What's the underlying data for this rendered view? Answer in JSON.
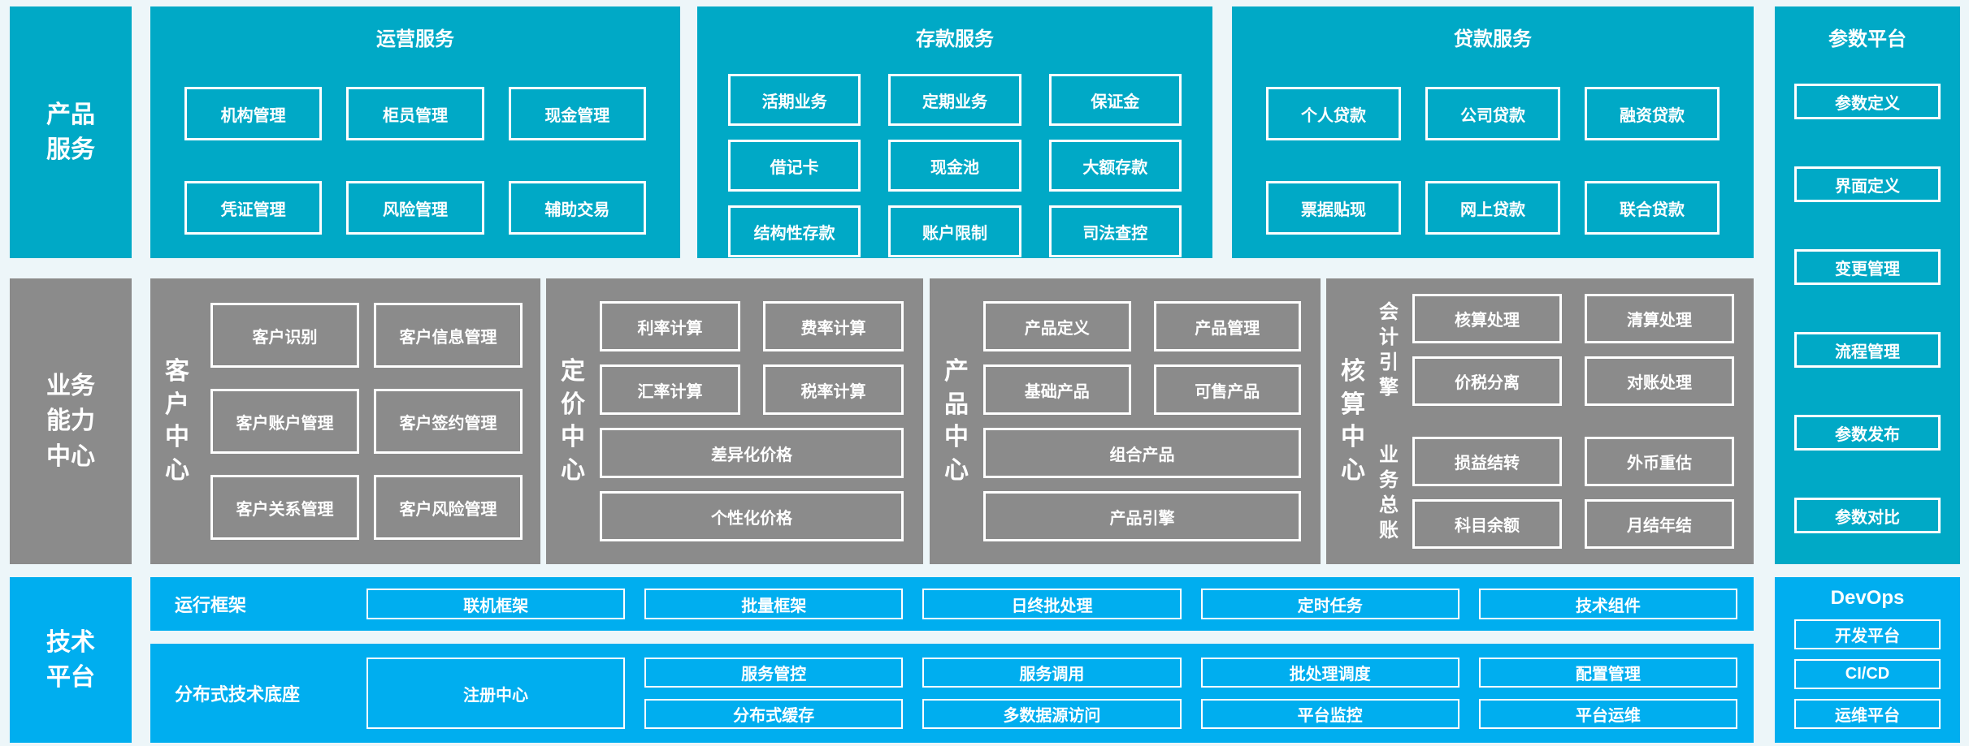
{
  "colors": {
    "teal": "#00a9c6",
    "gray": "#8b8b8b",
    "blue": "#00aeef",
    "background": "#edf6f9",
    "text": "#ffffff"
  },
  "rails": {
    "product": "产品服务",
    "capability": "业务能力中心",
    "tech": "技术平台"
  },
  "operations": {
    "title": "运营服务",
    "items": [
      "机构管理",
      "柜员管理",
      "现金管理",
      "凭证管理",
      "风险管理",
      "辅助交易"
    ]
  },
  "deposit": {
    "title": "存款服务",
    "items": [
      "活期业务",
      "定期业务",
      "保证金",
      "借记卡",
      "现金池",
      "大额存款",
      "结构性存款",
      "账户限制",
      "司法查控"
    ]
  },
  "loan": {
    "title": "贷款服务",
    "items": [
      "个人贷款",
      "公司贷款",
      "融资贷款",
      "票据贴现",
      "网上贷款",
      "联合贷款"
    ]
  },
  "param": {
    "title": "参数平台",
    "items": [
      "参数定义",
      "界面定义",
      "变更管理",
      "流程管理",
      "参数发布",
      "参数对比"
    ]
  },
  "customer": {
    "title": "客户中心",
    "items": [
      "客户识别",
      "客户信息管理",
      "客户账户管理",
      "客户签约管理",
      "客户关系管理",
      "客户风险管理"
    ]
  },
  "pricing": {
    "title": "定价中心",
    "items": [
      "利率计算",
      "费率计算",
      "汇率计算",
      "税率计算"
    ],
    "wide_items": [
      "差异化价格",
      "个性化价格"
    ]
  },
  "product_center": {
    "title": "产品中心",
    "items": [
      "产品定义",
      "产品管理",
      "基础产品",
      "可售产品"
    ],
    "wide_items": [
      "组合产品",
      "产品引擎"
    ]
  },
  "accounting": {
    "title": "核算中心",
    "groups": [
      {
        "label": "会计引擎",
        "items": [
          "核算处理",
          "清算处理",
          "价税分离",
          "对账处理"
        ]
      },
      {
        "label": "业务总账",
        "items": [
          "损益结转",
          "外币重估",
          "科目余额",
          "月结年结"
        ]
      }
    ]
  },
  "runtime": {
    "label": "运行框架",
    "items": [
      "联机框架",
      "批量框架",
      "日终批处理",
      "定时任务",
      "技术组件"
    ]
  },
  "distributed": {
    "label": "分布式技术底座",
    "registry": "注册中心",
    "cols": [
      [
        "服务管控",
        "分布式缓存"
      ],
      [
        "服务调用",
        "多数据源访问"
      ],
      [
        "批处理调度",
        "平台监控"
      ],
      [
        "配置管理",
        "平台运维"
      ]
    ]
  },
  "devops": {
    "title": "DevOps",
    "items": [
      "开发平台",
      "CI/CD",
      "运维平台"
    ]
  }
}
